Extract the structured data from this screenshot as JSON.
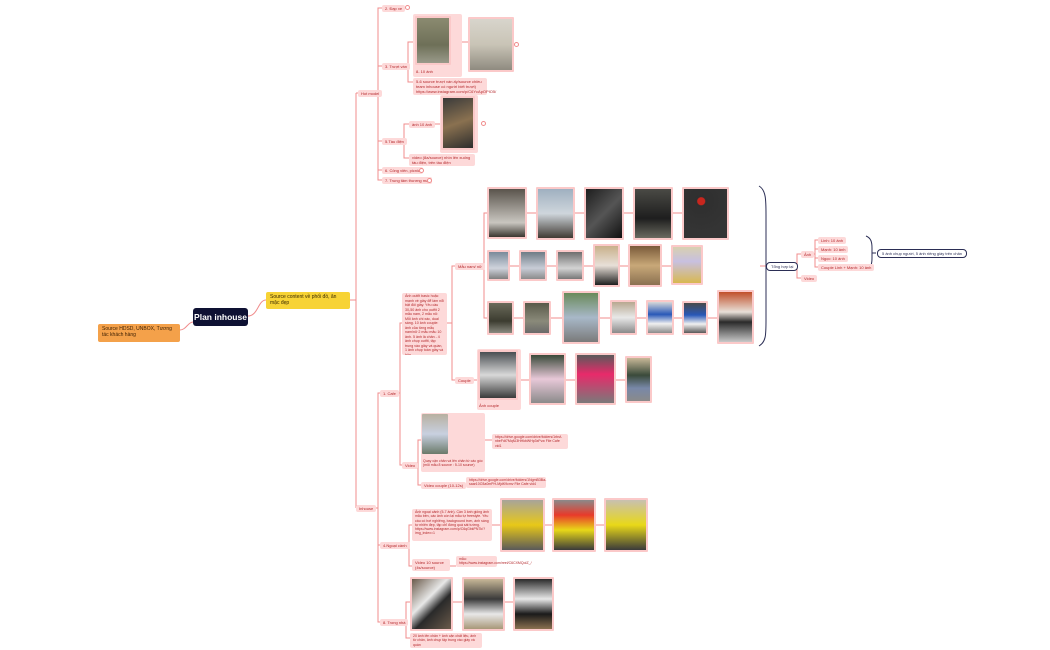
{
  "canvas": {
    "background": "#ffffff",
    "line_color": "#f08c8c",
    "node_fill": "#fdd9d9",
    "node_text": "#b3262a"
  },
  "root": {
    "label": "Plan inhouse",
    "color": "#0e1133"
  },
  "left_branch": {
    "label": "Source HDSD, UNBOX, Tương tác khách hàng",
    "color": "#f4a14a"
  },
  "right_branch": {
    "label": "Source content về phối đồ, ăn mặc đẹp",
    "color": "#f7d335"
  },
  "hot_model": {
    "label": "Hot model",
    "children": [
      {
        "label": "2. Đạp xe"
      },
      {
        "label": "3. Trượt ván",
        "photo_caption": "8- 10 ảnh",
        "note": "5-6 source trượt ván ấy/source chiều team inhouse có người biết trượt) https://www.instagram.com/p/C6YcApOPIO5/"
      },
      {
        "label": "5.Tàu điện",
        "photo_label": "ảnh 10 ảnh",
        "note": "video (8a/source) nhìn lên xuống tàu điện, trên tàu điện"
      },
      {
        "label": "6. Công viên, picnic"
      },
      {
        "label": "7. Trung tâm thương mại"
      }
    ]
  },
  "inhouse": {
    "label": "Inhouse",
    "cafe": {
      "label": "1. Cafe",
      "description": "Ảnh outfit basic hoặc mạnh về giày để làm nổi bật đôi giày. Yêu cầu 30-50 ảnh cho outfit 2 mẫu nam, 2 mẫu nữ. Mỗi ảnh chi xác, dual sáng. 10 ảnh couple: ảnh của từng mẫu nam/nữ 2 mẫu mẫu 10 ảnh. 5 ảnh là chân - 4 ảnh chụp outfit, tập trung vào giày và quần, 1 ảnh chụp toàn giày và hộp",
      "mau_nam_nu": {
        "label": "Mẫu nam/ nữ",
        "rows": [
          5,
          6,
          7
        ]
      },
      "couple": {
        "label": "Couple",
        "photo_caption": "Ảnh couple",
        "photo_count": 4
      },
      "video": {
        "label": "Video",
        "caption": "Quay cận chân và lên chân từ các góc (mỗi mẫu 8 source : 5-10 source)",
        "link": "https://drive.google.com/drive/folders/1rbsf-nbeFdt7MqfU3HHkbWHp3xFvw File Cafe vid1"
      },
      "video_couple": {
        "label": "Video couple (10-12s)",
        "link": "https://drive.google.com/drive/folders/1NgmB3Ba-saar10O3a0mPH-MjdK9cmv File Cafe vid4"
      }
    },
    "ngoai_canh": {
      "label": "4.Ngoại cảnh",
      "note": "Ảnh ngoại cảnh (5-7 ảnh). Cần 3 ảnh giống ảnh mẫu bên, các ảnh còn lại mẫu tự freestyle. Yêu cầu có hơi nghiêng, background trơn, ánh sáng tự nhiên đẹp, tập chỉ đứng quá sát tường. https://www.instagram.com/p/C6qGbkPN7k/?img_index=1",
      "video_label": "Video 10 source (4s/source)",
      "video_ref": "mẫu: https://www.instagram.com/reel/C6CXMQoIZ_/",
      "photo_count": 3
    },
    "trong_nha": {
      "label": "8. Trong nhà",
      "note": "20 ảnh lên chân + ảnh cận chất liệu, ảnh từ chân, ảnh chụp tập trung vào giày và quần",
      "photo_count": 3
    }
  },
  "summary": {
    "label": "Tổng hợp lại",
    "anh": {
      "label": "Ảnh",
      "items": [
        "Linh: 10 ảnh",
        "Mạnh: 10 ảnh",
        "Ngọc: 10 ảnh",
        "Couple Linh + Mạnh: 10 ảnh"
      ]
    },
    "video": {
      "label": "Video"
    },
    "bracket_note": "5 ảnh chụp người, 5 ảnh riêng giày trên chân"
  }
}
